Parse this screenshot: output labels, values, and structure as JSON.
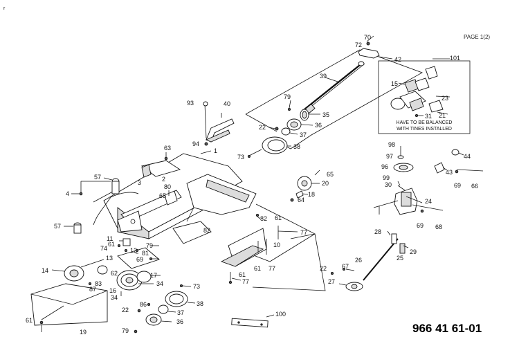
{
  "page_label": "PAGE 1(2)",
  "part_number": "966 41 61-01",
  "inset": {
    "ref": "101",
    "note_line1": "HAVE TO BE BALANCED",
    "note_line2": "WITH TINES INSTALLED",
    "labels": {
      "l15": "15",
      "l23": "23",
      "l31": "31",
      "l21": "21"
    }
  },
  "callouts": {
    "c70": "70",
    "c72": "72",
    "c42": "42",
    "c39": "39",
    "c79a": "79",
    "c35": "35",
    "c22a": "22",
    "c36a": "36",
    "c37a": "37",
    "c38a": "38",
    "c73a": "73",
    "c93": "93",
    "c40": "40",
    "c94": "94",
    "c1": "1",
    "c63": "63",
    "c65a": "65",
    "c20": "20",
    "c18": "18",
    "c64": "64",
    "c98": "98",
    "c97": "97",
    "c96": "96",
    "c44": "44",
    "c43": "43",
    "c69a": "69",
    "c66": "66",
    "c99": "99",
    "c30": "30",
    "c24": "24",
    "c69b": "69",
    "c68": "68",
    "c28": "28",
    "c29": "29",
    "c25": "25",
    "c26": "26",
    "c67": "67",
    "c22b": "22",
    "c27": "27",
    "c57a": "57",
    "c3": "3",
    "c2": "2",
    "c4": "4",
    "c80": "80",
    "c65b": "65",
    "c82a": "82",
    "c61a": "61",
    "c77a": "77",
    "c57b": "57",
    "c82b": "82",
    "c10": "10",
    "c61b": "61",
    "c77b": "77",
    "c61c": "61",
    "c77c": "77",
    "c11": "11",
    "c61d": "61",
    "c74": "74",
    "c12": "12",
    "c79b": "79",
    "c81": "81",
    "c69c": "69",
    "c13": "13",
    "c14": "14",
    "c62": "62",
    "c17": "17",
    "c83": "83",
    "c87": "87",
    "c34a": "34",
    "c16": "16",
    "c34b": "34",
    "c73b": "73",
    "c38b": "38",
    "c86": "86",
    "c37b": "37",
    "c22c": "22",
    "c79c": "79",
    "c36b": "36",
    "c61e": "61",
    "c19": "19",
    "c100": "100"
  }
}
